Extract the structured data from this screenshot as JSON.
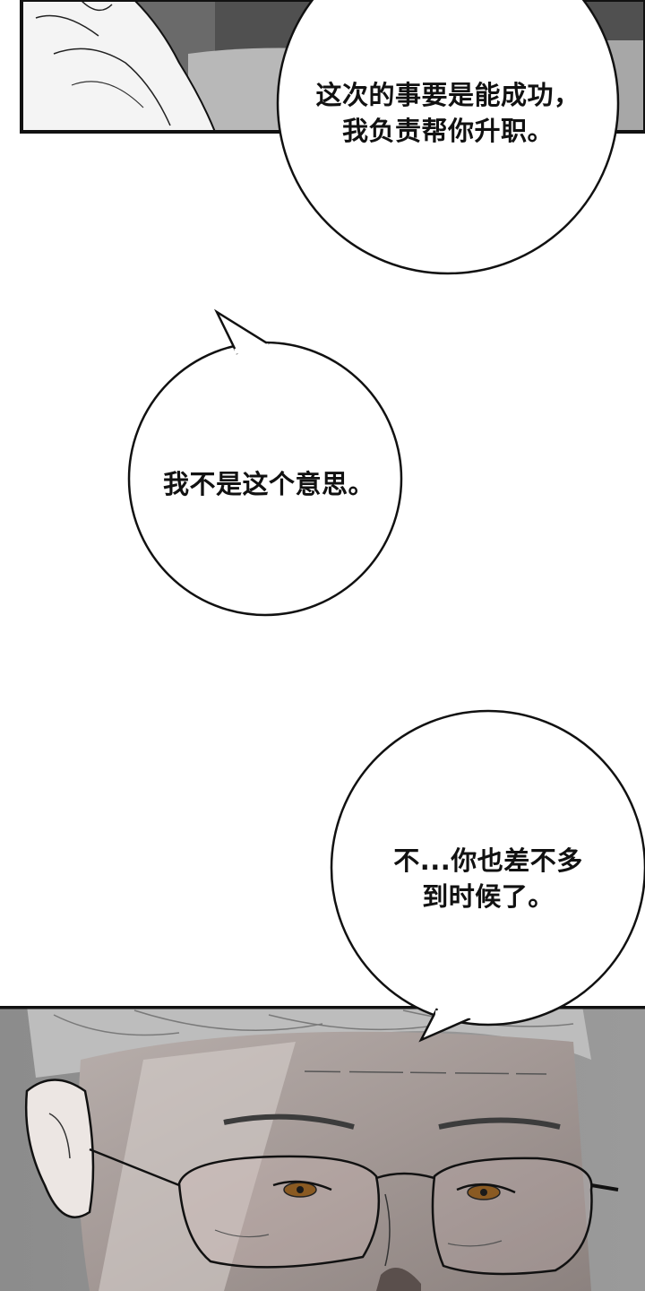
{
  "bubbles": [
    {
      "lines": [
        "这次的事要是能成功，",
        "我负责帮你升职。"
      ]
    },
    {
      "lines": [
        "我不是这个意思。"
      ]
    },
    {
      "lines": [
        "不...你也差不多",
        "到时候了。"
      ]
    }
  ],
  "colors": {
    "ink": "#111111",
    "paper": "#ffffff",
    "panel_gray": "#8a8a8a",
    "skin_shadow": "#9c9390",
    "eye": "#8a5a22"
  }
}
